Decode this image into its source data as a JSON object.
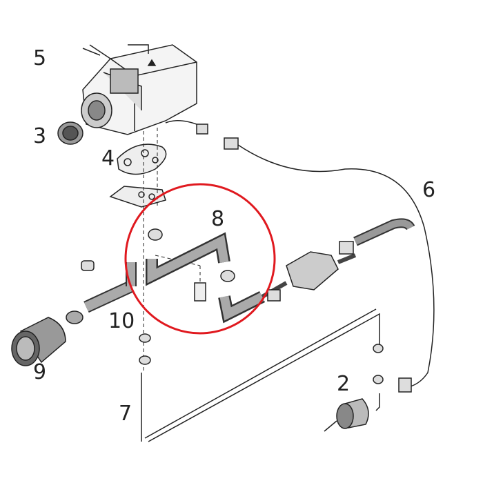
{
  "diagram": {
    "part_labels": {
      "p5": "5",
      "p3": "3",
      "p4": "4",
      "p6": "6",
      "p8": "8",
      "p10": "10",
      "p9": "9",
      "p2": "2",
      "p7": "7"
    },
    "highlight_color": "#e0191f",
    "line_color": "#222222"
  }
}
